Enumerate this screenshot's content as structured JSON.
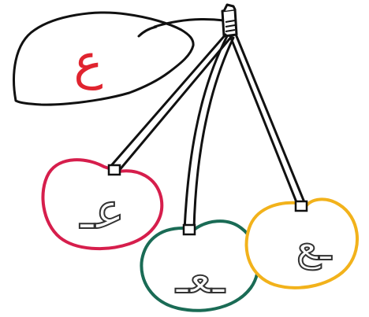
{
  "leaf": {
    "letter": "ع",
    "letter_color": "#e0242f",
    "outline_color": "#111111",
    "fill_color": "#ffffff"
  },
  "stem": {
    "color": "#111111"
  },
  "cherries": [
    {
      "name": "initial-form",
      "letter": "عـ",
      "outline_color": "#d61e4c"
    },
    {
      "name": "medial-form",
      "letter": "ـعـ",
      "outline_color": "#1a6b55"
    },
    {
      "name": "final-form",
      "letter": "ـع",
      "outline_color": "#f2b21b"
    }
  ]
}
